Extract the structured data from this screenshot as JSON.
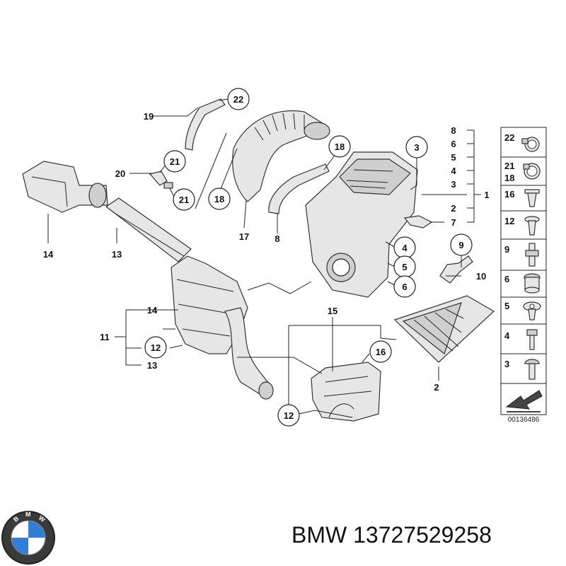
{
  "diagram": {
    "reference_number": "00136486",
    "callouts": {
      "c22": "22",
      "c19": "19",
      "c21a": "21",
      "c20": "20",
      "c21b": "21",
      "c18a": "18",
      "c17": "17",
      "c18b": "18",
      "c8": "8",
      "c3": "3",
      "c14a": "14",
      "c13a": "13",
      "c4": "4",
      "c5": "5",
      "c6": "6",
      "c9": "9",
      "c10": "10",
      "c1": "1",
      "c2a": "2",
      "c7": "7",
      "c14b": "14",
      "c11": "11",
      "c12a": "12",
      "c13b": "13",
      "c15": "15",
      "c16": "16",
      "c12b": "12",
      "c2b": "2"
    },
    "bracket_numbers": [
      "8",
      "6",
      "5",
      "4",
      "3",
      "2"
    ],
    "side_panel": [
      {
        "label_a": "22",
        "label_b": "",
        "icon": "hose-clamp-icon"
      },
      {
        "label_a": "21",
        "label_b": "18",
        "icon": "hose-clamp-icon"
      },
      {
        "label_a": "16",
        "label_b": "",
        "icon": "expanding-rivet-icon"
      },
      {
        "label_a": "12",
        "label_b": "",
        "icon": "push-rivet-icon"
      },
      {
        "label_a": "9",
        "label_b": "",
        "icon": "stud-bolt-icon"
      },
      {
        "label_a": "6",
        "label_b": "",
        "icon": "rubber-grommet-icon"
      },
      {
        "label_a": "5",
        "label_b": "",
        "icon": "clip-nut-icon"
      },
      {
        "label_a": "4",
        "label_b": "",
        "icon": "bolt-icon"
      },
      {
        "label_a": "3",
        "label_b": "",
        "icon": "screw-icon"
      }
    ]
  },
  "caption": {
    "brand": "BMW",
    "part_number": "13727529258",
    "logo_text": "BMW"
  }
}
